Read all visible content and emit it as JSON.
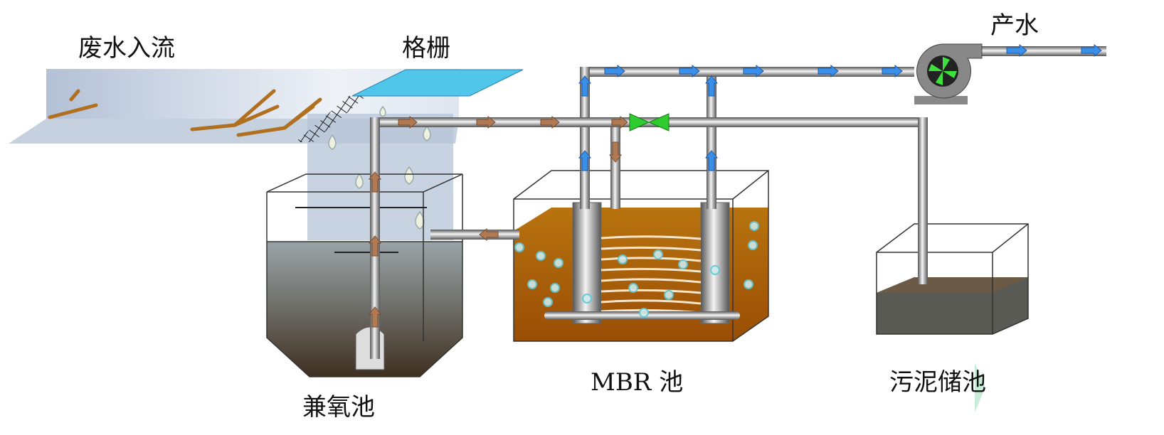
{
  "title": "MBR 工艺流程示意图",
  "labels": {
    "inflow": "废水入流",
    "screen": "格栅",
    "product_water": "产水",
    "anoxic_tank": "兼氧池",
    "mbr_tank": "MBR 池",
    "sludge_tank": "污泥储池"
  },
  "colors": {
    "mixed_liquor": "#a8620a",
    "clean_flow_arrow": "#3a8fe8",
    "return_flow_arrow": "#b07a55",
    "screen": "#4fc6ea",
    "valve": "#2ecc2e",
    "sludge": "#555555"
  }
}
